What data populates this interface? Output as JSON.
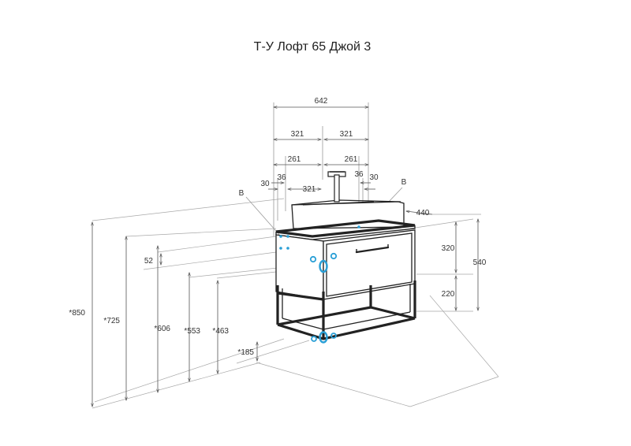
{
  "title": "Т-У Лофт 65 Джой 3",
  "dimensions": {
    "w642": "642",
    "w321_left": "321",
    "w321_right": "321",
    "w261_left": "261",
    "w261_right": "261",
    "w36_left": "36",
    "w36_right": "36",
    "w30_left": "30",
    "w30_right": "30",
    "w321_tap": "321",
    "d440": "440",
    "h320": "320",
    "h220": "220",
    "h540": "540",
    "h52": "52",
    "h850": "*850",
    "h725": "*725",
    "h606": "*606",
    "h553": "*553",
    "h463": "*463",
    "h185": "*185"
  },
  "markers": {
    "b_left": "B",
    "b_right": "B"
  },
  "colors": {
    "line": "#222222",
    "dimension_line": "#9a9a9a",
    "fitting_marker": "#2a9fd6"
  }
}
